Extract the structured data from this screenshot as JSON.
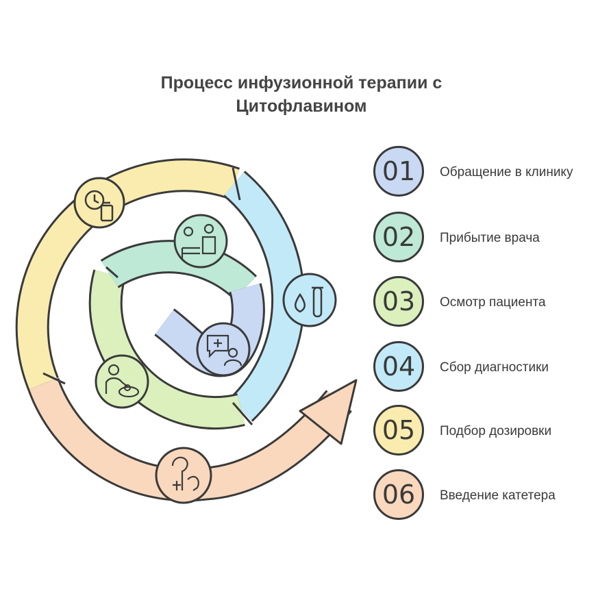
{
  "title": {
    "line1": "Процесс инфузионной терапии с",
    "line2": "Цитофлавином"
  },
  "colors": {
    "step1": "#c9d9f4",
    "step2": "#bde9d6",
    "step3": "#dbf0bd",
    "step4": "#c2e9f7",
    "step5": "#f9ecae",
    "step6": "#f9d8bd",
    "outline": "#3a3a3a"
  },
  "steps": [
    {
      "number": "01",
      "label": "Обращение в клинику",
      "icon": "message-medical-person-icon"
    },
    {
      "number": "02",
      "label": "Прибытие врача",
      "icon": "doctor-patient-icon"
    },
    {
      "number": "03",
      "label": "Осмотр пациента",
      "icon": "patient-examination-icon"
    },
    {
      "number": "04",
      "label": "Сбор диагностики",
      "icon": "blood-test-tube-icon"
    },
    {
      "number": "05",
      "label": "Подбор дозировки",
      "icon": "clock-medicine-icon"
    },
    {
      "number": "06",
      "label": "Введение катетера",
      "icon": "catheter-person-icon"
    }
  ]
}
